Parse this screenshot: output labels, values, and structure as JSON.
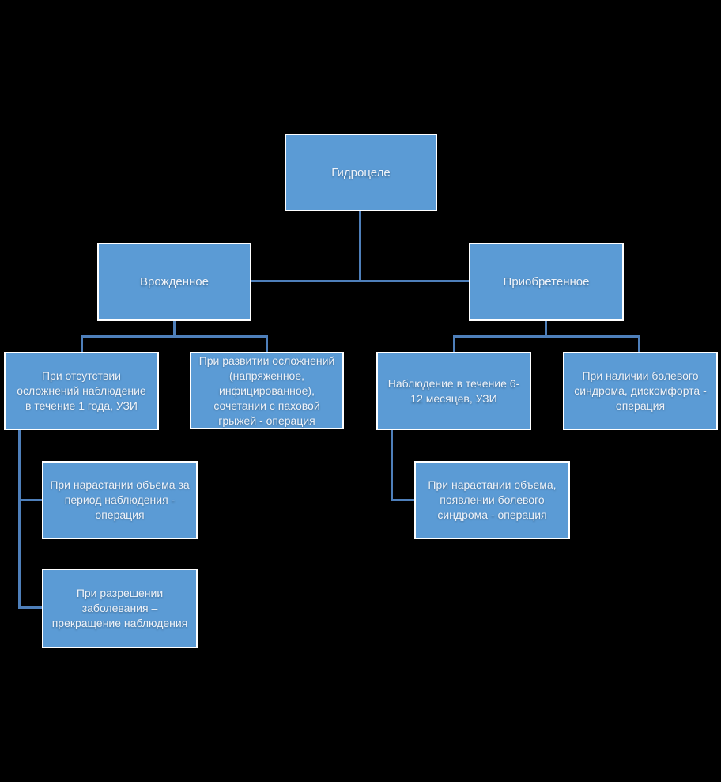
{
  "colors": {
    "background": "#000000",
    "box_fill": "#5b9bd5",
    "box_border": "#ffffff",
    "connector": "#4e7fba",
    "text": "#eef3fa"
  },
  "diagram": {
    "type": "hierarchy-flowchart",
    "root_label": "Гидроцеле"
  },
  "nodes": {
    "root": {
      "label": "Гидроцеле"
    },
    "congenital": {
      "label": "Врожденное"
    },
    "acquired": {
      "label": "Приобретенное"
    },
    "congenital_observe": {
      "label": "При отсутствии\nосложнений наблюдение\nв течение 1 года, УЗИ"
    },
    "congenital_complications": {
      "label": "При развитии осложнений\n(напряженное,\nинфицированное),\nсочетании с паховой\nгрыжей - операция"
    },
    "acquired_observe": {
      "label": "Наблюдение в течение 6-\n12 месяцев, УЗИ"
    },
    "acquired_pain": {
      "label": "При наличии болевого\nсиндрома, дискомфорта -\nоперация"
    },
    "congenital_volume_increase": {
      "label": "При нарастании объема за\nпериод наблюдения -\nоперация"
    },
    "congenital_resolution": {
      "label": "При разрешении\nзаболевания –\nпрекращение наблюдения"
    },
    "acquired_volume_increase": {
      "label": "При нарастании объема,\nпоявлении болевого\nсиндрома - операция"
    }
  }
}
